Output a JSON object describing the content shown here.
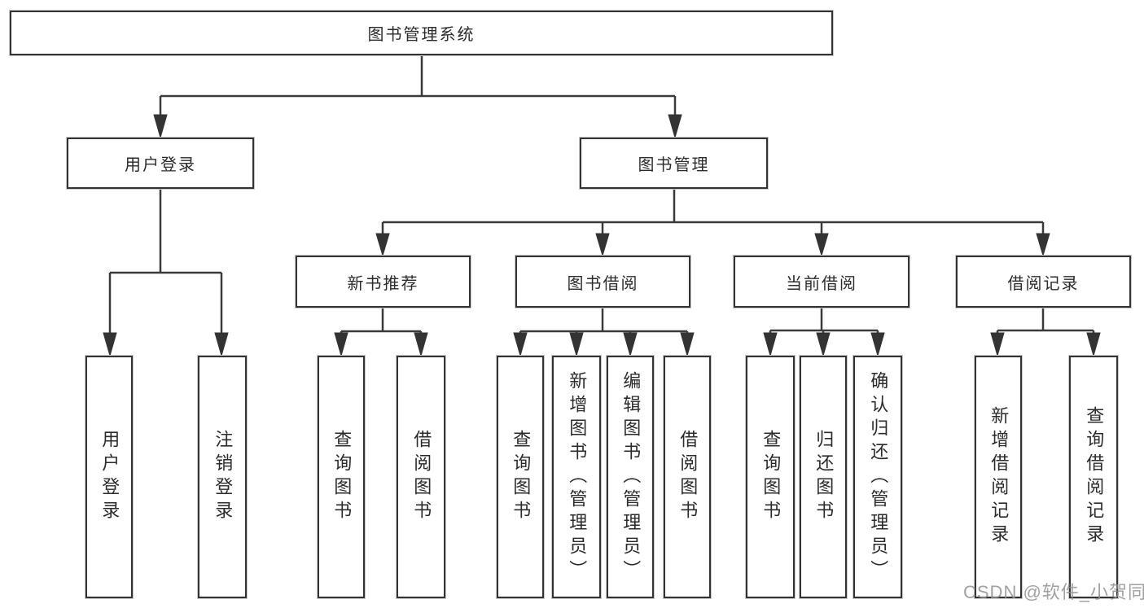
{
  "diagram_title": "图书管理系统",
  "nodes": {
    "root": {
      "label": "图书管理系统"
    },
    "user_login_group": {
      "label": "用户登录"
    },
    "book_mgmt_group": {
      "label": "图书管理"
    },
    "new_book_rec": {
      "label": "新书推荐"
    },
    "book_borrow": {
      "label": "图书借阅"
    },
    "current_borrow": {
      "label": "当前借阅"
    },
    "borrow_record": {
      "label": "借阅记录"
    },
    "leaf_user_login": {
      "label": "用户登录"
    },
    "leaf_logout": {
      "label": "注销登录"
    },
    "leaf_query_book_rec": {
      "label": "查询图书"
    },
    "leaf_borrow_book_rec": {
      "label": "借阅图书"
    },
    "leaf_query_book_borrow": {
      "label": "查询图书"
    },
    "leaf_add_book": {
      "label": "新增图书（管理员）"
    },
    "leaf_edit_book": {
      "label": "编辑图书（管理员）"
    },
    "leaf_borrow_book": {
      "label": "借阅图书"
    },
    "leaf_query_book_current": {
      "label": "查询图书"
    },
    "leaf_return_book": {
      "label": "归还图书"
    },
    "leaf_confirm_return": {
      "label": "确认归还（管理员）"
    },
    "leaf_add_borrow_record": {
      "label": "新增借阅记录"
    },
    "leaf_query_borrow_record": {
      "label": "查询借阅记录"
    }
  },
  "watermark": "CSDN @软件_小贺同学",
  "colors": {
    "line": "#3a3a3a",
    "border": "#333333",
    "text": "#2b2b2b",
    "background": "#ffffff",
    "watermark": "#919191"
  }
}
